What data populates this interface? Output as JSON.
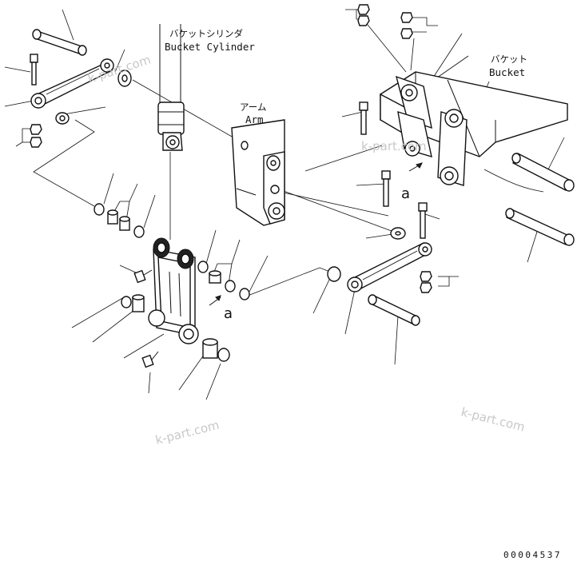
{
  "labels": {
    "bucket_cylinder_jp": "バケットシリンダ",
    "bucket_cylinder_en": "Bucket Cylinder",
    "arm_jp": "アーム",
    "arm_en": "Arm",
    "bucket_jp": "バケット",
    "bucket_en": "Bucket"
  },
  "refs": {
    "view_a_left": "a",
    "view_a_right": "a"
  },
  "watermarks": {
    "wm1": "k-part.com",
    "wm2": "k-part.com",
    "wm3": "k-part.com",
    "wm4": "k-part.com"
  },
  "drawing_code": "00004537",
  "colors": {
    "ink": "#111111",
    "watermark": "#c8c8c8",
    "paper": "#ffffff"
  }
}
